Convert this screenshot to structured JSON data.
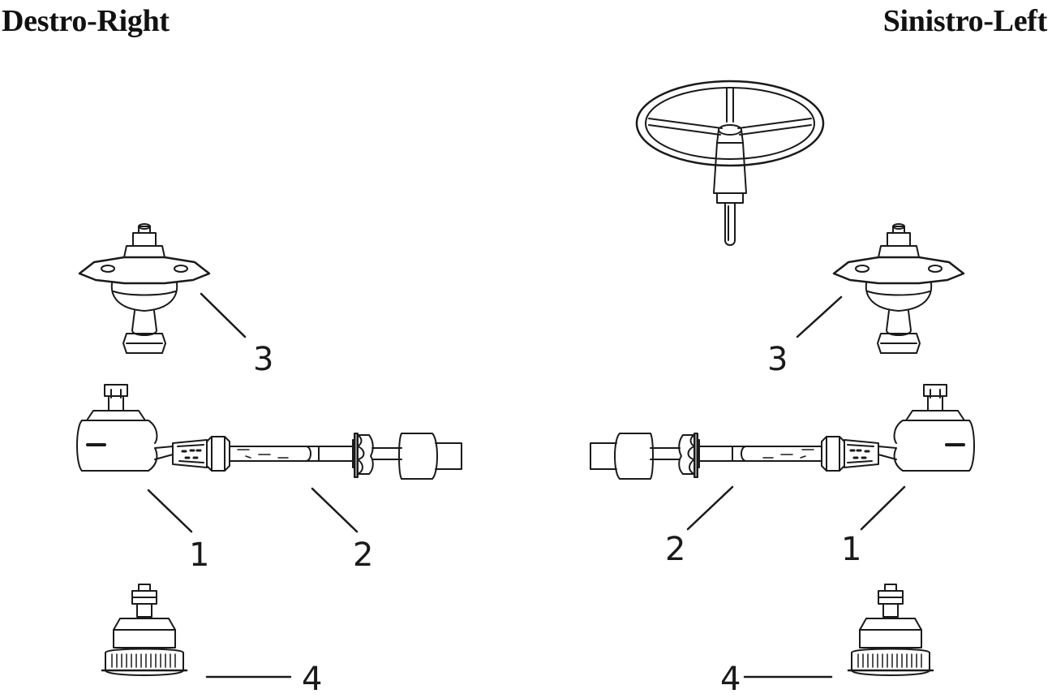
{
  "headers": {
    "right_side": "Destro-Right",
    "left_side": "Sinistro-Left"
  },
  "callouts": {
    "one": "1",
    "two": "2",
    "three": "3",
    "four": "4"
  },
  "colors": {
    "ink": "#1a1a1a",
    "background": "#ffffff",
    "boot_shade": "#8a8a8a"
  }
}
